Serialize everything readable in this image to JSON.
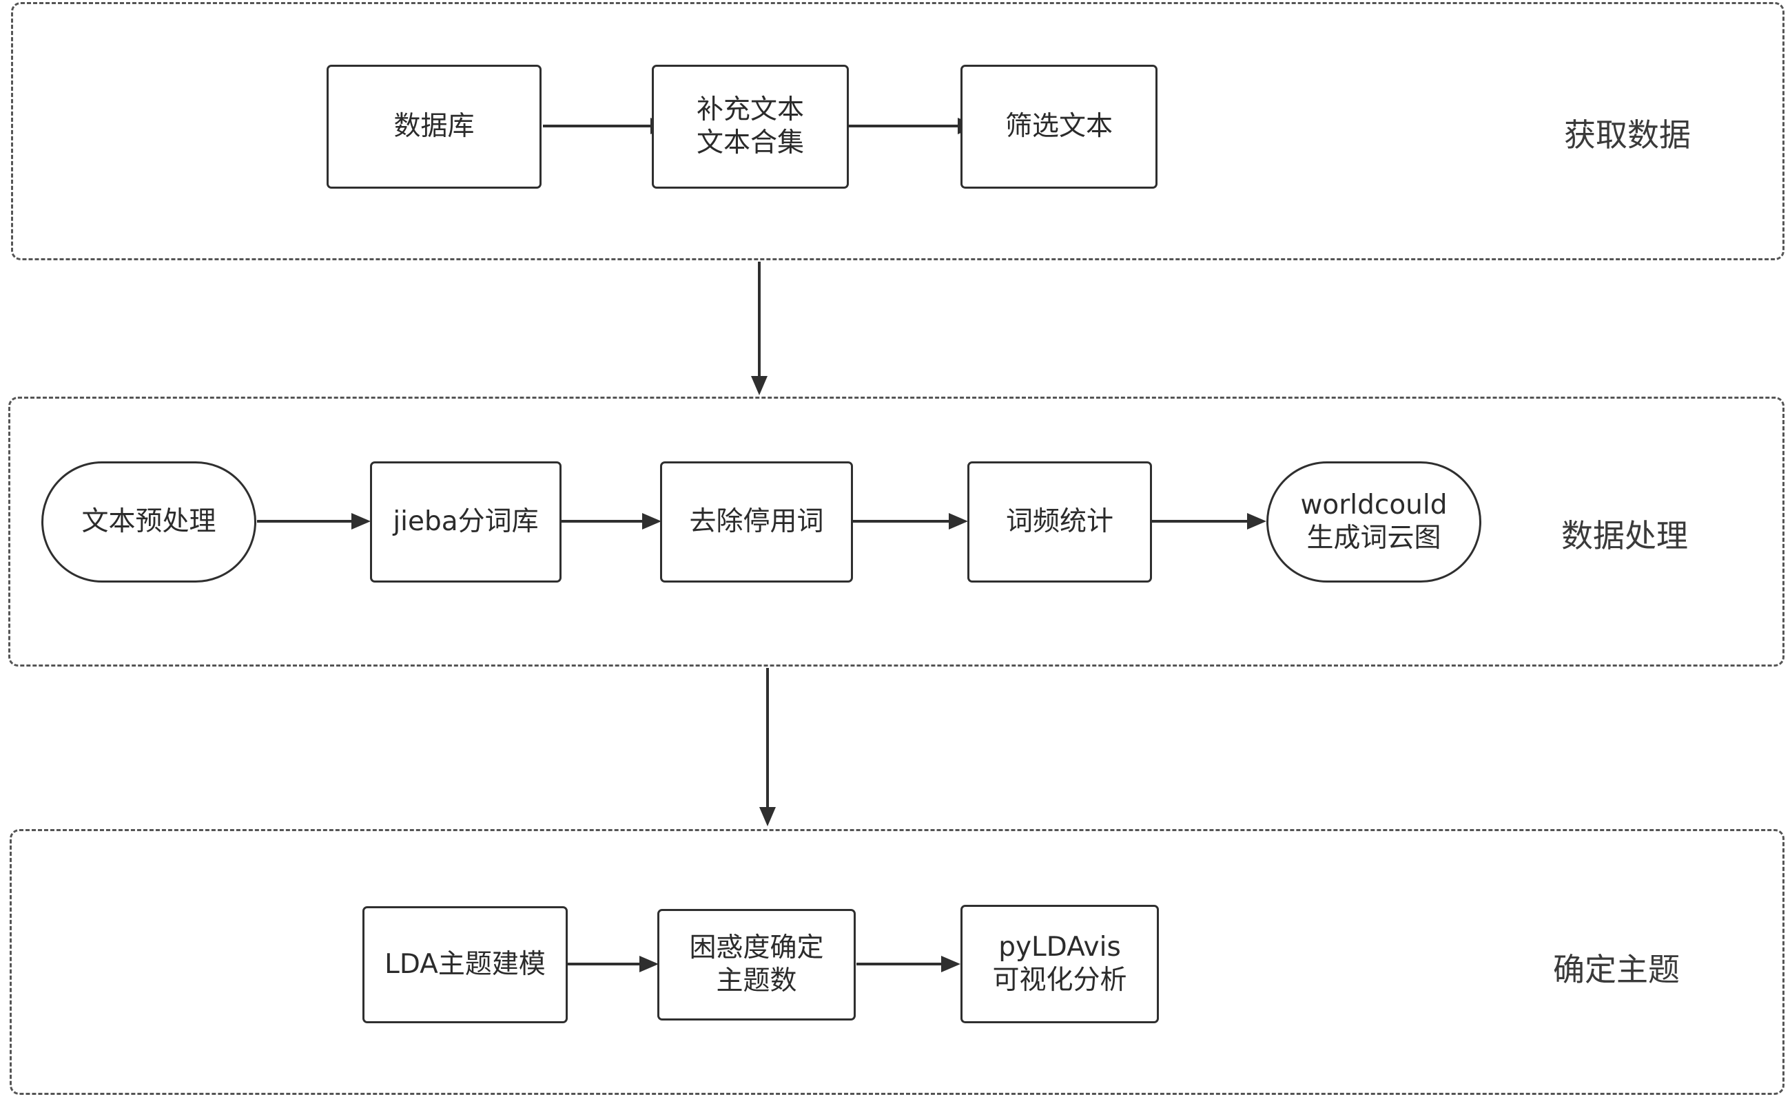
{
  "stages": [
    {
      "label": "获取数据",
      "nodes": [
        {
          "lines": [
            "数据库"
          ]
        },
        {
          "lines": [
            "补充文本",
            "文本合集"
          ]
        },
        {
          "lines": [
            "筛选文本"
          ]
        }
      ]
    },
    {
      "label": "数据处理",
      "nodes": [
        {
          "lines": [
            "文本预处理"
          ]
        },
        {
          "lines": [
            "jieba分词库"
          ]
        },
        {
          "lines": [
            "去除停用词"
          ]
        },
        {
          "lines": [
            "词频统计"
          ]
        },
        {
          "lines": [
            "worldcould",
            "生成词云图"
          ]
        }
      ]
    },
    {
      "label": "确定主题",
      "nodes": [
        {
          "lines": [
            "LDA主题建模"
          ]
        },
        {
          "lines": [
            "困惑度确定",
            "主题数"
          ]
        },
        {
          "lines": [
            "pyLDAvis",
            "可视化分析"
          ]
        }
      ]
    }
  ],
  "colors": {
    "stroke": "#2f2f2f",
    "dashed_border": "#555555",
    "text": "#2b2b2b",
    "background": "#ffffff"
  }
}
